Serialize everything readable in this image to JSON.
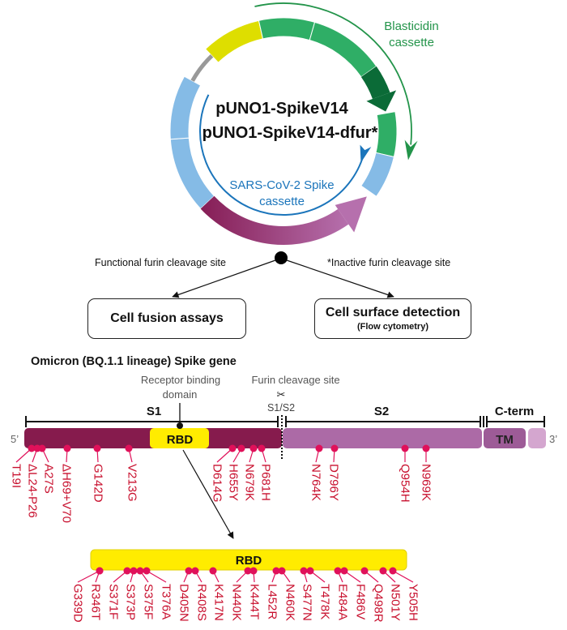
{
  "plasmid": {
    "names": [
      "pUNO1-SpikeV14",
      "pUNO1-SpikeV14-dfur*"
    ],
    "blasticidin_label": [
      "Blasticidin",
      "cassette"
    ],
    "spike_label": [
      "SARS-CoV-2 Spike",
      "cassette"
    ],
    "colors": {
      "yellow": "#dede00",
      "green": "#2fae66",
      "dark_green": "#0b6b37",
      "light_blue": "#85bbe6",
      "gray": "#999999",
      "purple_start": "#861d55",
      "purple_end": "#b670ad",
      "blasticidin_text": "#23944a",
      "spike_text": "#1b75bb"
    }
  },
  "branches": {
    "left_label": "Functional furin cleavage site",
    "right_label": "*Inactive furin cleavage site",
    "left_box": "Cell fusion assays",
    "right_box": "Cell surface detection",
    "right_box_sub": "(Flow cytometry)"
  },
  "gene": {
    "title": "Omicron (BQ.1.1 lineage) Spike gene",
    "rbd_annotation": [
      "Receptor binding",
      "domain"
    ],
    "furin_annotation": "Furin cleavage site",
    "s1s2": "S1/S2",
    "s1": "S1",
    "s2": "S2",
    "cterm": "C-term",
    "rbd": "RBD",
    "tm": "TM",
    "five_prime": "5’",
    "three_prime": "3’",
    "colors": {
      "s1": "#861b4d",
      "s2": "#ac6aa6",
      "tm": "#9d5b97",
      "tail": "#d4a6cf",
      "rbd": "#ffec00",
      "mutation": "#c8102e",
      "mutation_dot": "#e0115a"
    },
    "mutations": [
      "T19I",
      "ΔL24-P26",
      "A27S",
      "ΔH69+V70",
      "G142D",
      "V213G",
      "D614G",
      "H655Y",
      "N679K",
      "P681H",
      "N764K",
      "D796Y",
      "Q954H",
      "N969K"
    ]
  },
  "rbd_detail": {
    "label": "RBD",
    "mutations": [
      "G339D",
      "R346T",
      "S371F",
      "S373P",
      "S375F",
      "T376A",
      "D405N",
      "R408S",
      "K417N",
      "N440K",
      "K444T",
      "L452R",
      "N460K",
      "S477N",
      "T478K",
      "E484A",
      "F486V",
      "Q498R",
      "N501Y",
      "Y505H"
    ]
  }
}
